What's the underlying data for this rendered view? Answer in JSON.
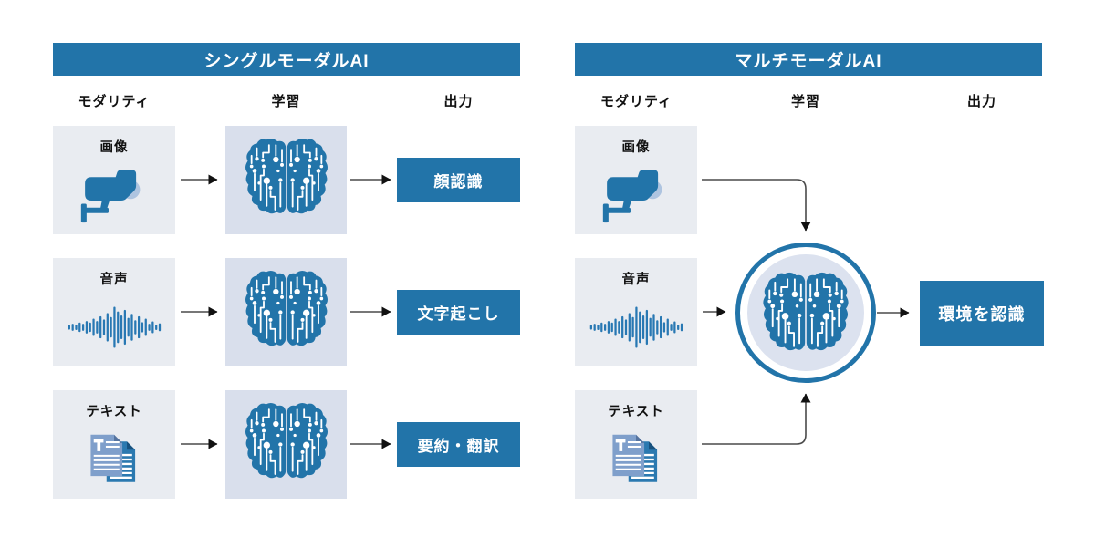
{
  "single_modal": {
    "title": "シングルモーダルAI",
    "column_headers": [
      "モダリティ",
      "学習",
      "出力"
    ],
    "rows": [
      {
        "modality_label": "画像",
        "icon": "security-camera-icon",
        "output_label": "顔認識"
      },
      {
        "modality_label": "音声",
        "icon": "audio-waveform-icon",
        "output_label": "文字起こし"
      },
      {
        "modality_label": "テキスト",
        "icon": "text-document-icon",
        "output_label": "要約・翻訳"
      }
    ]
  },
  "multi_modal": {
    "title": "マルチモーダルAI",
    "column_headers": [
      "モダリティ",
      "学習",
      "出力"
    ],
    "modalities": [
      {
        "label": "画像",
        "icon": "security-camera-icon"
      },
      {
        "label": "音声",
        "icon": "audio-waveform-icon"
      },
      {
        "label": "テキスト",
        "icon": "text-document-icon"
      }
    ],
    "learning_icon": "circuit-brain-icon",
    "output_label": "環境を認識"
  },
  "colors": {
    "primary_blue": "#2274A9",
    "modality_box_bg": "#E9ECF1",
    "learning_box_bg": "#D9DFEC",
    "circle_inner_bg": "#DCE2EF",
    "arrow_line": "#4A4A4A",
    "arrowhead": "#111111",
    "camera_lens_highlight": "#AEC4E0",
    "document_front_page": "#7F9FCB",
    "document_back_page": "#2B79B0"
  }
}
